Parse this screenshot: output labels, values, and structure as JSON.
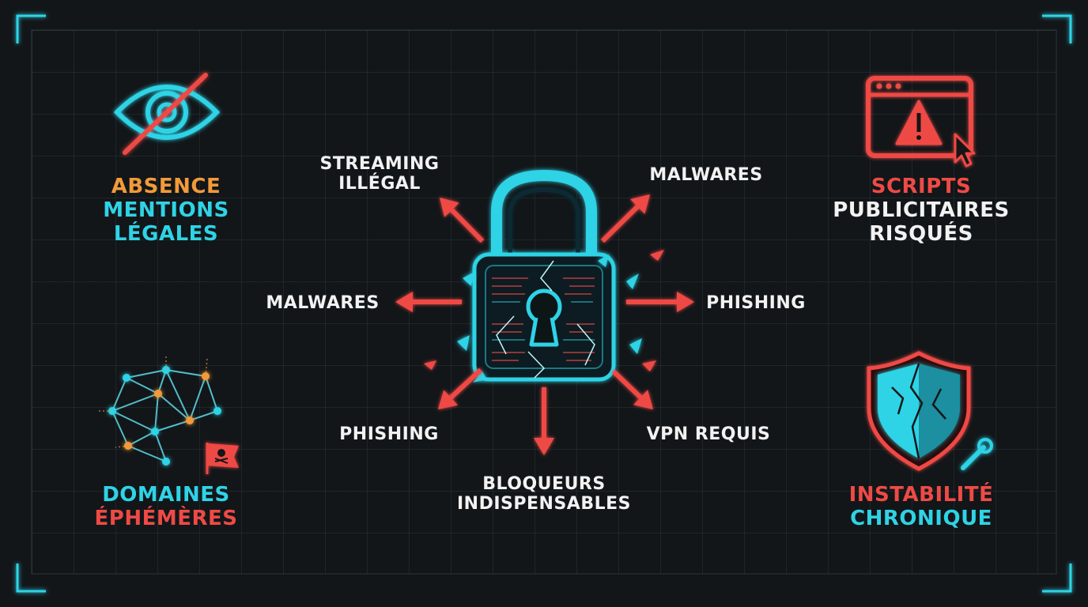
{
  "colors": {
    "background": "#121619",
    "cyan": "#2fd3e6",
    "red": "#ef4a45",
    "orange": "#f29a3a",
    "white": "#f2f2f2"
  },
  "center": {
    "icon": "broken-padlock-icon"
  },
  "arrows": [
    {
      "direction": "up-left",
      "label": [
        "STREAMING",
        "ILLÉGAL"
      ]
    },
    {
      "direction": "up-right",
      "label": [
        "MALWARES"
      ]
    },
    {
      "direction": "left",
      "label": [
        "MALWARES"
      ]
    },
    {
      "direction": "right",
      "label": [
        "PHISHING"
      ]
    },
    {
      "direction": "down-left",
      "label": [
        "PHISHING"
      ]
    },
    {
      "direction": "down",
      "label": [
        "BLOQUEURS",
        "INDISPENSABLES"
      ]
    },
    {
      "direction": "down-right",
      "label": [
        "VPN REQUIS"
      ]
    }
  ],
  "corners": {
    "top_left": {
      "icon": "crossed-eye-icon",
      "line1": "ABSENCE",
      "line2": "MENTIONS",
      "line3": "LÉGALES"
    },
    "top_right": {
      "icon": "browser-warning-icon",
      "line1": "SCRIPTS",
      "line2": "PUBLICITAIRES",
      "line3": "RISQUÉS"
    },
    "bottom_left": {
      "icon": "network-pirate-flag-icon",
      "line1": "DOMAINES",
      "line2": "ÉPHÉMÈRES"
    },
    "bottom_right": {
      "icon": "cracked-shield-wrench-icon",
      "line1": "INSTABILITÉ",
      "line2": "CHRONIQUE"
    }
  }
}
